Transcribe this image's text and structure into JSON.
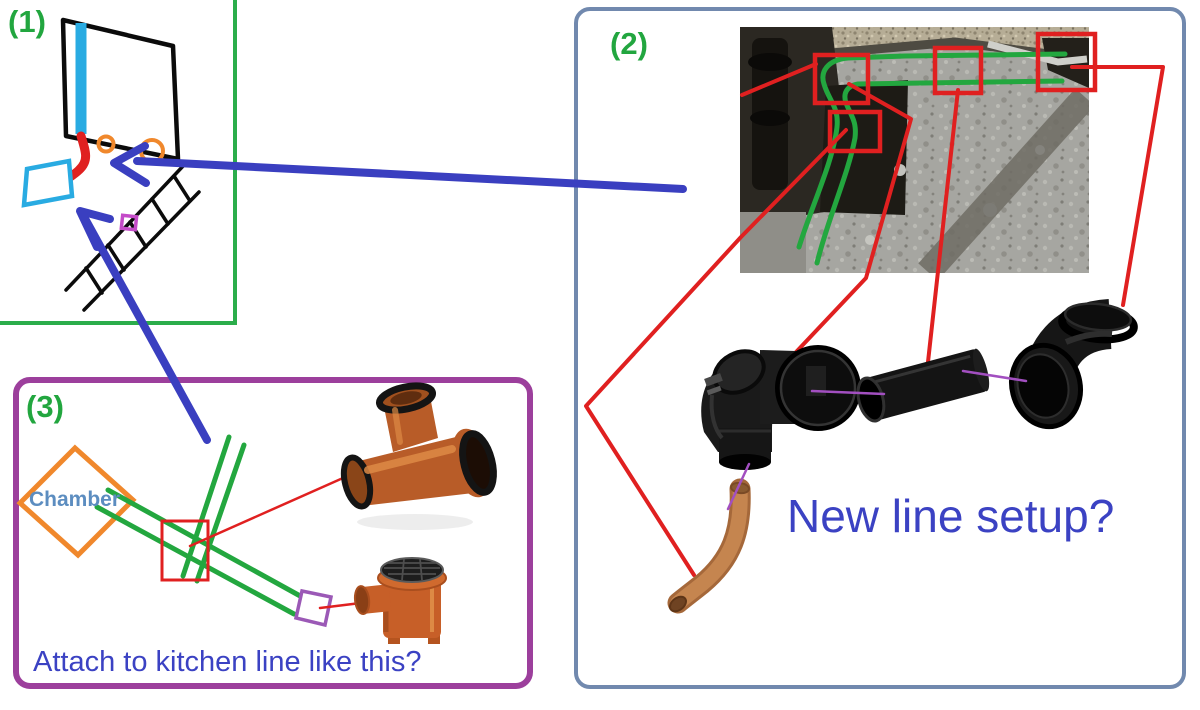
{
  "panel1": {
    "label": "(1)"
  },
  "panel2": {
    "label": "(2)",
    "caption": "New line setup?"
  },
  "panel3": {
    "label": "(3)",
    "chamber_label": "Chamber",
    "caption": "Attach to kitchen line like this?"
  },
  "colors": {
    "label_green": "#22a63f",
    "annotation_green": "#23a73f",
    "annotation_red": "#e02020",
    "annotation_blue": "#3a3fc0",
    "caption_blue": "#3b42c3",
    "chamber_text_blue": "#5c8dc0",
    "panel1_border_green": "#2bad4b",
    "panel2_border_blue": "#7189ae",
    "panel3_border_purple": "#9c3f9c",
    "cyan_highlight": "#29abe2",
    "orange_highlight": "#f0882c",
    "magenta_marker": "#c44bc8",
    "purple_connector": "#a24fc0"
  }
}
